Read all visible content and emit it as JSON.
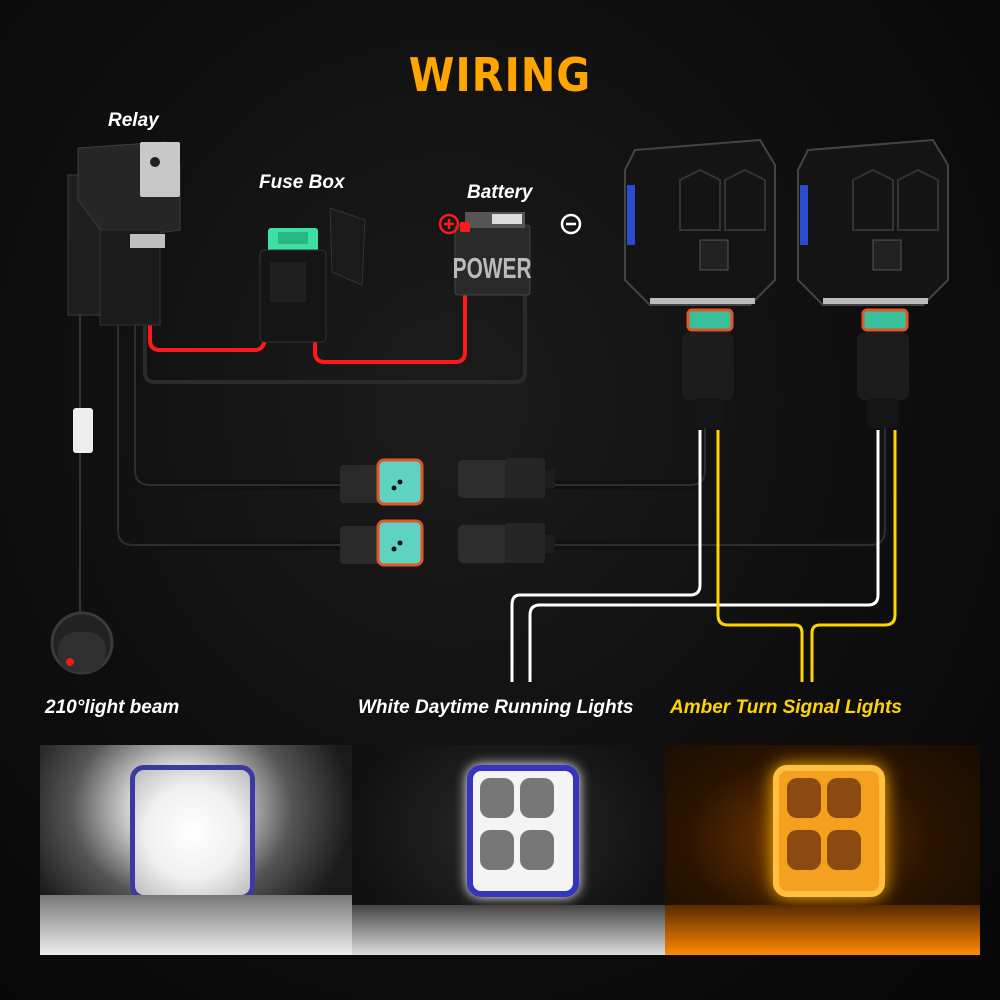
{
  "title": "WIRING",
  "components": {
    "relay": "Relay",
    "fuse_box": "Fuse Box",
    "battery": "Battery",
    "battery_brand": "POWER",
    "positive_terminal": "+",
    "negative_terminal": "−"
  },
  "captions": {
    "beam": "210°light beam",
    "white": "White Daytime Running Lights",
    "amber": "Amber Turn Signal Lights"
  },
  "colors": {
    "title": "#ffa500",
    "positive_wire": "#ff1a1a",
    "white_wire": "#ffffff",
    "amber_wire": "#ffd400",
    "amber_caption": "#ffd400",
    "connector_teal": "#5fd3c2",
    "connector_seal": "#e0552a"
  },
  "photos": [
    {
      "label": "full beam on",
      "tone": "white"
    },
    {
      "label": "white DRL halo",
      "tone": "white-halo"
    },
    {
      "label": "amber turn signal",
      "tone": "amber"
    }
  ]
}
